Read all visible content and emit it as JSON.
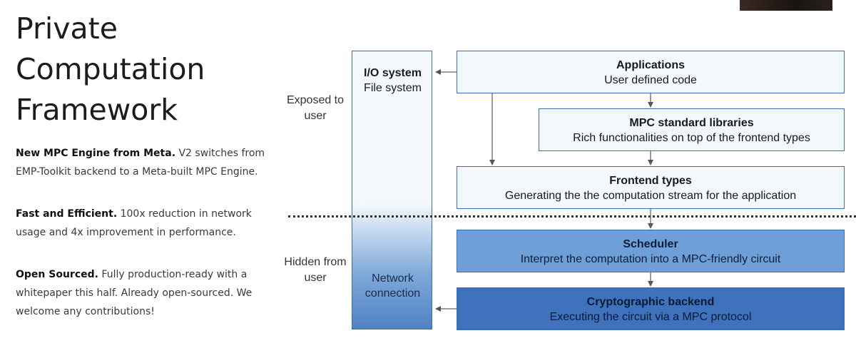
{
  "slide": {
    "title": "Private Computation Framework",
    "paragraphs": [
      {
        "bold": "New MPC Engine from Meta.",
        "text": " V2 switches from EMP-Toolkit backend to a Meta-built MPC Engine."
      },
      {
        "bold": "Fast and Efficient.",
        "text": " 100x reduction in network usage and 4x improvement in performance."
      },
      {
        "bold": "Open Sourced.",
        "text": " Fully production-ready with a whitepaper this half. Already open-sourced. We welcome any contributions!"
      }
    ]
  },
  "diagram": {
    "exposed_label": "Exposed to user",
    "hidden_label": "Hidden from user",
    "io_system": {
      "title": "I/O system",
      "subtitle": "File system",
      "bottom": "Network connection"
    },
    "layers": {
      "applications": {
        "title": "Applications",
        "desc": "User defined code"
      },
      "mpc_libraries": {
        "title": "MPC standard libraries",
        "desc": "Rich functionalities on top of the frontend types"
      },
      "frontend_types": {
        "title": "Frontend types",
        "desc": "Generating the the computation stream for the application"
      },
      "scheduler": {
        "title": "Scheduler",
        "desc": "Interpret the computation into a MPC-friendly circuit"
      },
      "crypto_backend": {
        "title": "Cryptographic backend",
        "desc": "Executing the circuit via a MPC protocol"
      }
    },
    "colors": {
      "border": "#3a6db5",
      "light": "#f3f8fd",
      "mid": "#6f9fd8",
      "dark": "#3f72bd"
    }
  }
}
